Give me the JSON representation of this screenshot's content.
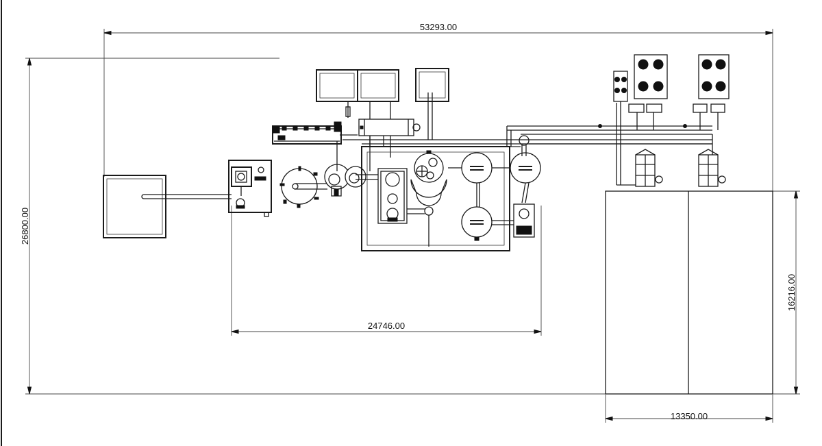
{
  "dimensions": {
    "overall_width": "53293.00",
    "overall_height": "26800.00",
    "line_length": "24746.00",
    "tank_height": "16216.00",
    "tank_width": "13350.00"
  },
  "colors": {
    "line": "#1a1a1a",
    "dimension": "#444444",
    "background": "#ffffff"
  }
}
